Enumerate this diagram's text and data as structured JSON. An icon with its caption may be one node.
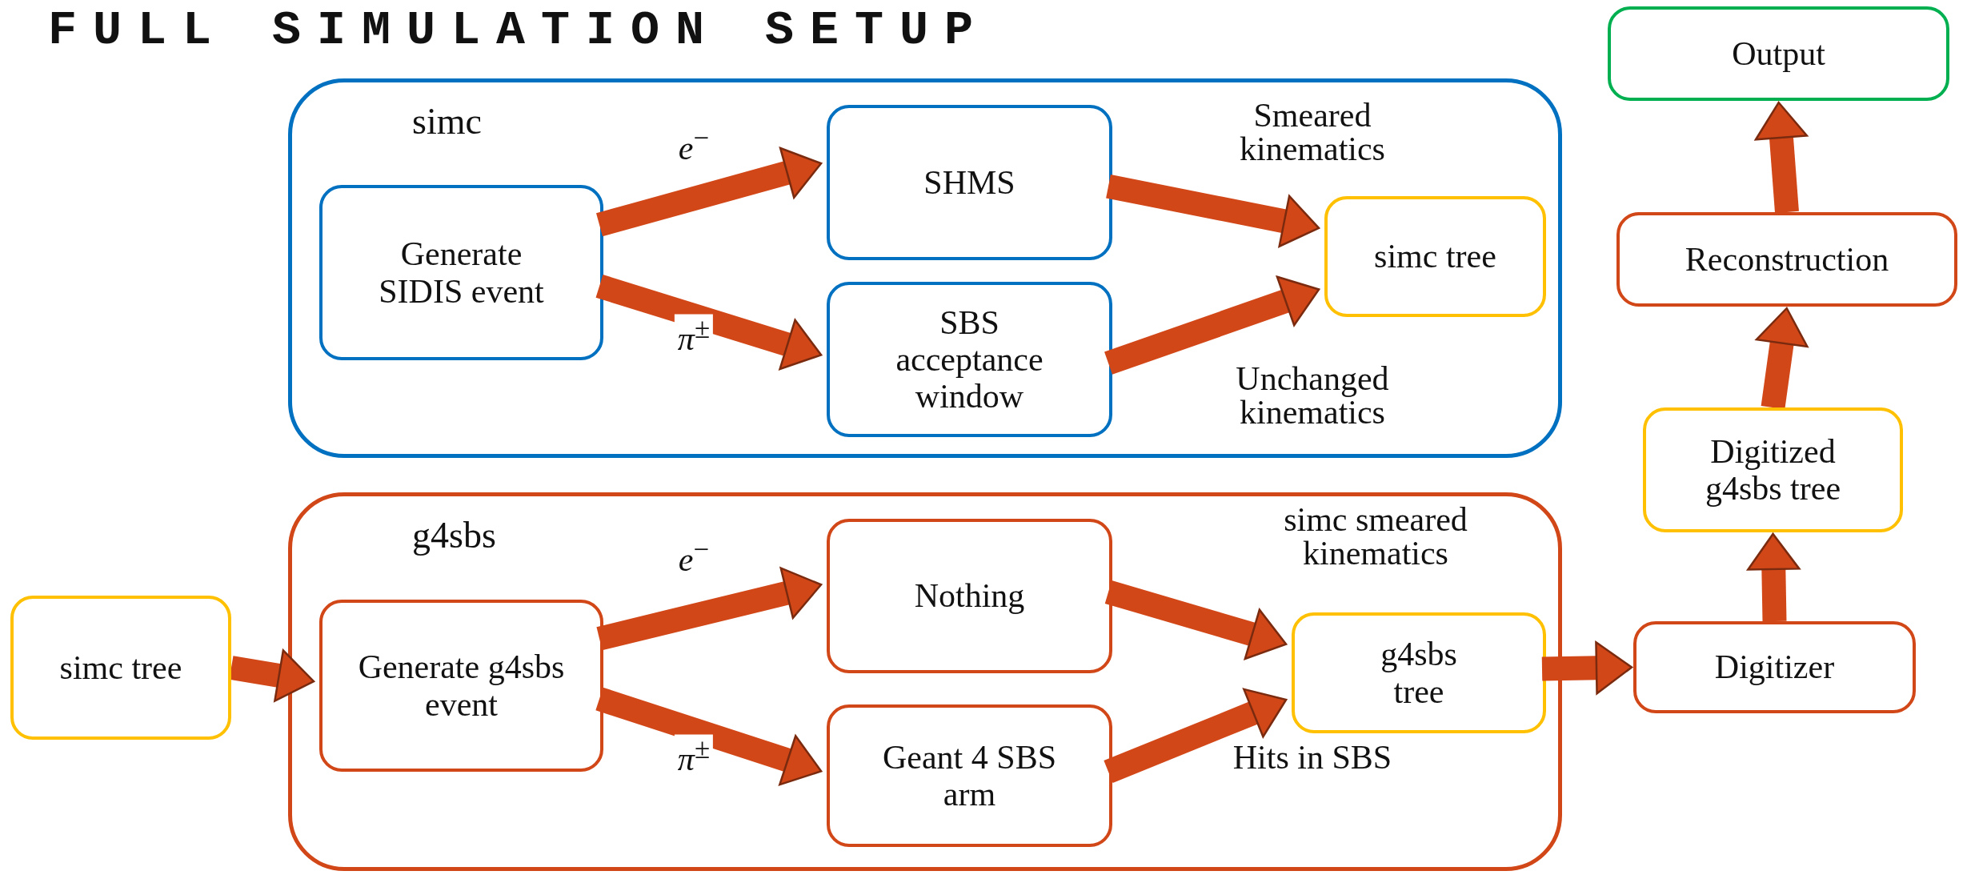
{
  "diagram": {
    "title": "FULL SIMULATION SETUP",
    "nodes": [
      {
        "text": [
          "simc"
        ]
      },
      {
        "text": [
          "Generate SIDIS event"
        ],
        "in": 0
      },
      {
        "text": [
          "SHMS"
        ],
        "in": 0
      },
      {
        "text": [
          "SBS acceptance window"
        ],
        "in": 0
      },
      {
        "text": [
          "simc tree"
        ],
        "in": 0
      },
      {
        "text": [
          "g4sbs"
        ]
      },
      {
        "text": [
          "Generate g4sbs event"
        ],
        "in": 5
      },
      {
        "text": [
          "Nothing"
        ],
        "in": 5
      },
      {
        "text": [
          "Geant 4 SBS arm"
        ],
        "in": 5
      },
      {
        "text": [
          "g4sbs tree"
        ],
        "in": 5
      },
      {
        "text": [
          "simc tree"
        ]
      },
      {
        "text": [
          "Digitizer"
        ]
      },
      {
        "text": [
          "Digitized g4sbs tree"
        ]
      },
      {
        "text": [
          "Reconstruction"
        ]
      },
      {
        "text": [
          "Output"
        ]
      }
    ],
    "edges": [
      {
        "from": 1,
        "to": 2,
        "arrow": "to",
        "label": "*e*$^{−}$"
      },
      {
        "from": 1,
        "to": 3,
        "arrow": "to",
        "label": "*π*$^{±}$"
      },
      {
        "from": 2,
        "to": 4,
        "arrow": "to",
        "label": "Smeared kinematics"
      },
      {
        "from": 3,
        "to": 4,
        "arrow": "to",
        "label": "Unchanged kinematics"
      },
      {
        "from": 6,
        "to": 7,
        "arrow": "to",
        "label": "*e*$^{−}$"
      },
      {
        "from": 6,
        "to": 8,
        "arrow": "to",
        "label": "*π*$^{±}$"
      },
      {
        "from": 7,
        "to": 9,
        "arrow": "to",
        "label": "simc smeared kinematics"
      },
      {
        "from": 8,
        "to": 9,
        "arrow": "to",
        "label": "Hits in SBS"
      },
      {
        "from": 10,
        "to": 6,
        "arrow": "to"
      },
      {
        "from": 9,
        "to": 11,
        "arrow": "to"
      },
      {
        "from": 11,
        "to": 12,
        "arrow": "to"
      },
      {
        "from": 12,
        "to": 13,
        "arrow": "to"
      },
      {
        "from": 13,
        "to": 14,
        "arrow": "to"
      }
    ]
  }
}
